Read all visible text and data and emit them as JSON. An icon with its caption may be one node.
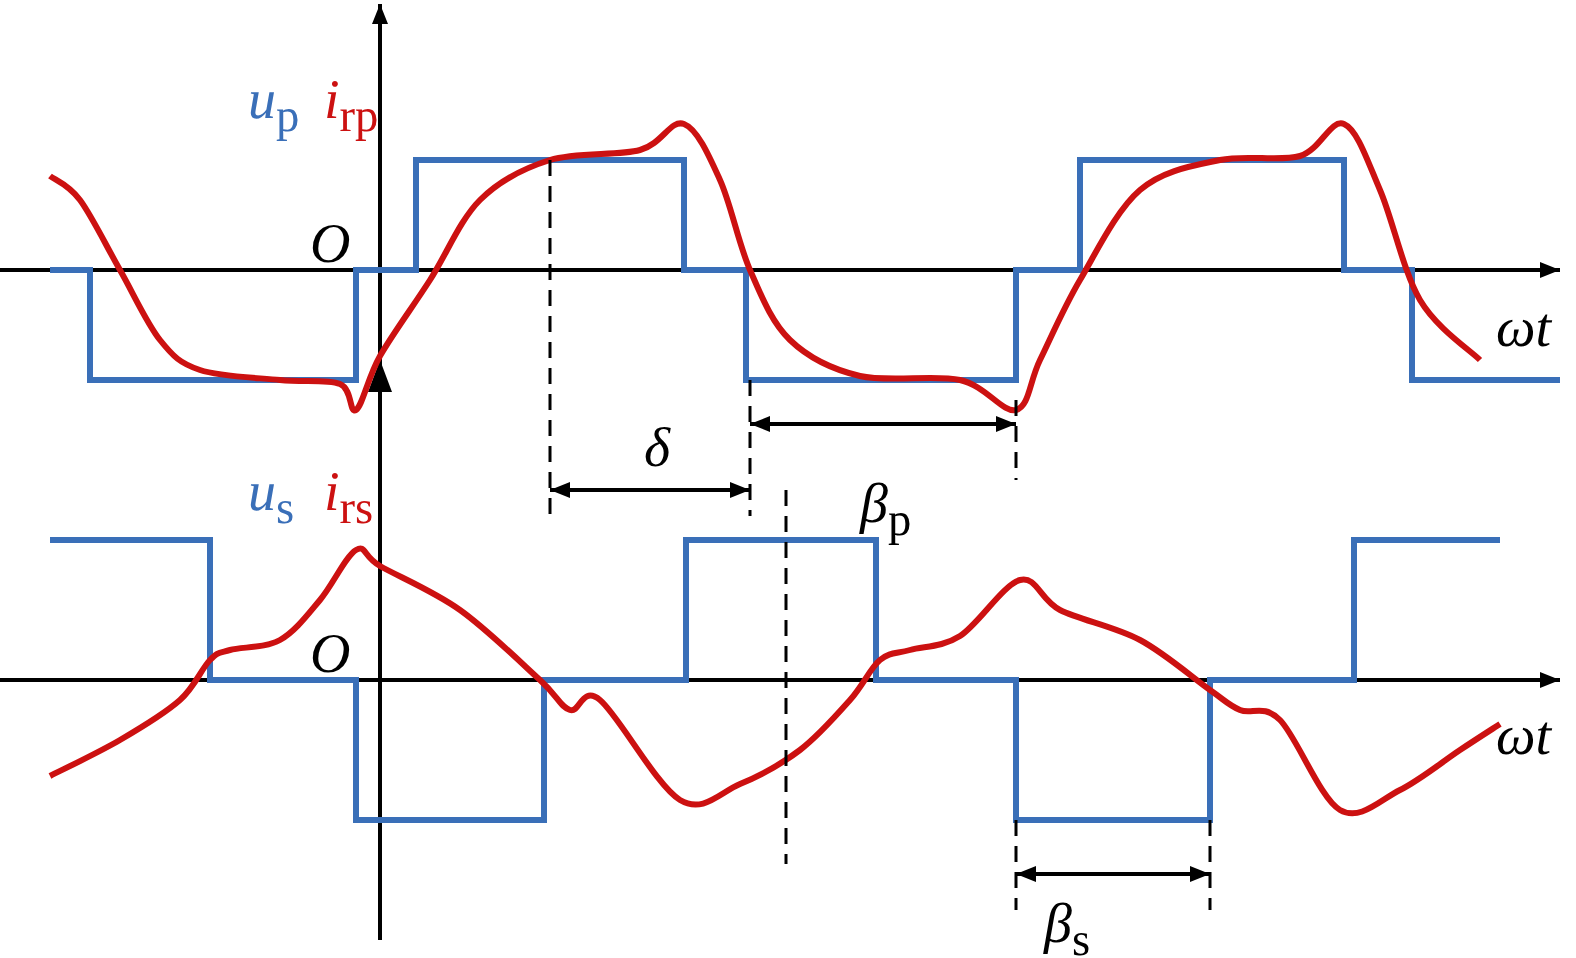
{
  "diagram": {
    "labels": [
      "*u*$_{p}$",
      "*i*$_{rp}$",
      "*O*",
      "*ωt*",
      "*δ*",
      "*β*$_{p}$",
      "*u*$_{s}$",
      "*i*$_{rs}$",
      "*O*",
      "*ωt*",
      "*β*$_{s}$"
    ]
  }
}
